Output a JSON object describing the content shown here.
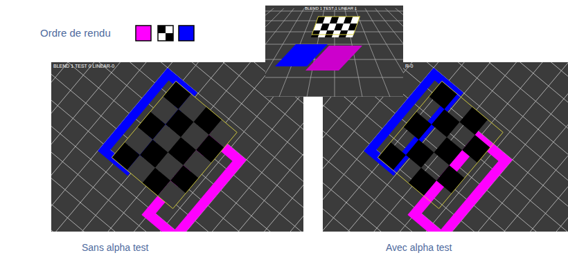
{
  "diagram": {
    "labels": [
      "Ordre de rendu",
      "BLEND 1 TEST 1 LINEAR 1",
      "BLEND 1 TEST 0 LINEAR-0",
      "R-0",
      "Sans alpha test",
      "Avec alpha test"
    ]
  }
}
